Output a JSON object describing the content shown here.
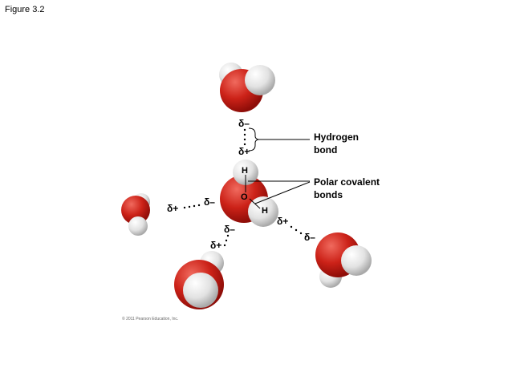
{
  "figure_label": "Figure 3.2",
  "labels": {
    "hydrogen_bond": [
      "Hydrogen",
      "bond"
    ],
    "polar_covalent_bonds": [
      "Polar covalent",
      "bonds"
    ]
  },
  "atoms": {
    "oxygen": "O",
    "hydrogen": "H"
  },
  "charges": {
    "delta_minus": "δ–",
    "delta_plus": "δ+"
  },
  "copyright": "© 2011 Pearson Education, Inc.",
  "colors": {
    "oxygen": "#c8201c",
    "hydrogen": "#e8e8e8",
    "line": "#000000"
  }
}
